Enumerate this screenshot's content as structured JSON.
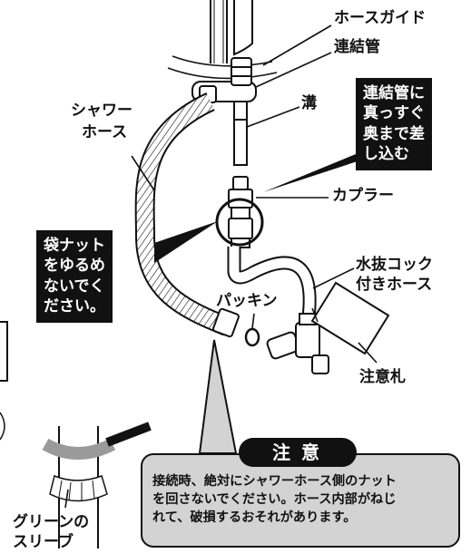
{
  "labels": {
    "hose_guide": "ホースガイド",
    "connecting_pipe": "連結管",
    "groove": "溝",
    "shower_hose": [
      "シャワー",
      "ホース"
    ],
    "coupler": "カプラー",
    "drain_cock_hose": [
      "水抜コック",
      "付きホース"
    ],
    "packing": "パッキン",
    "caution_tag": "注意札",
    "green_sleeve": [
      "グリーンの",
      "スリーブ"
    ]
  },
  "callouts": {
    "insert_pipe": [
      "連結管に",
      "真っすぐ",
      "奥まで差",
      "し込む"
    ],
    "loosen_nut": [
      "袋ナット",
      "をゆるめ",
      "ないでく",
      "ださい。"
    ]
  },
  "caution": {
    "title": "注意",
    "lines": [
      "接続時、絶対にシャワーホース側のナット",
      "を回さないでください。ホース内部がねじ",
      "れて、破損するおそれがあります。"
    ]
  }
}
